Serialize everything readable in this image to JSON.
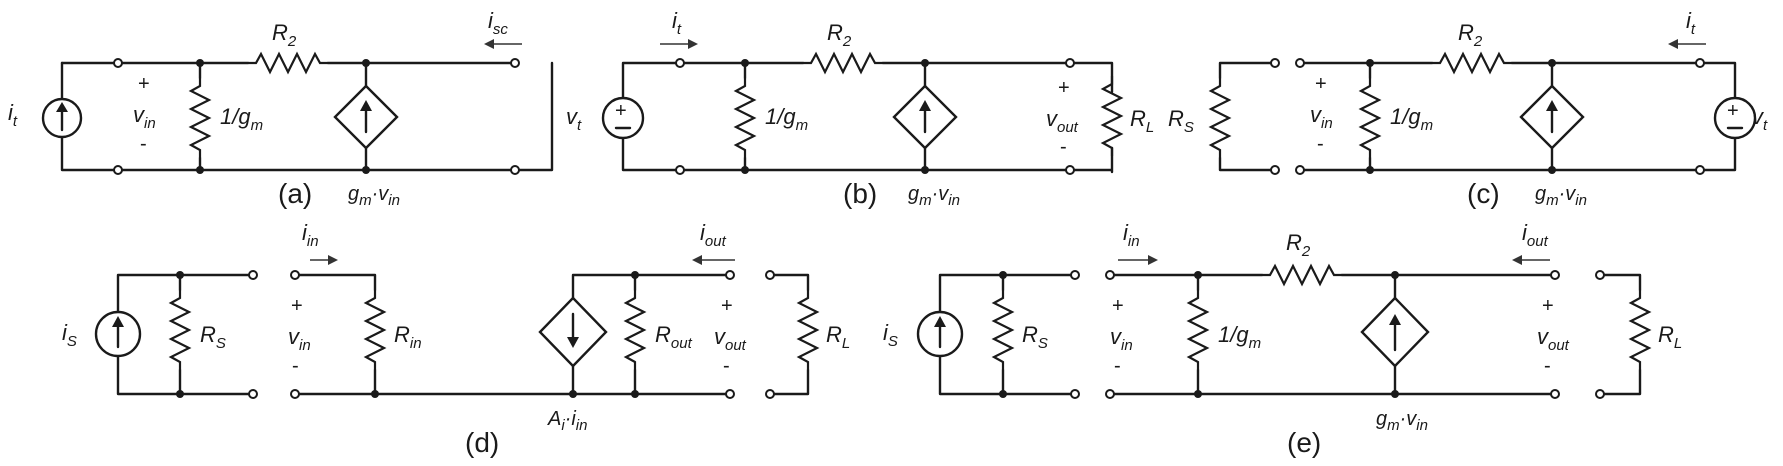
{
  "panels": {
    "a": {
      "caption": "(a)",
      "source_label": "i",
      "source_sub": "t",
      "vin": "v",
      "vin_sub": "in",
      "r_gm": "1/g",
      "r_gm_sub": "m",
      "r2": "R",
      "r2_sub": "2",
      "isc": "i",
      "isc_sub": "sc",
      "vt": "v",
      "vt_sub": "t",
      "dep": "g",
      "dep_sub": "m",
      "dep2": "·v",
      "dep2_sub": "in",
      "plus": "+",
      "minus": "-"
    },
    "b": {
      "caption": "(b)",
      "it": "i",
      "it_sub": "t",
      "r2": "R",
      "r2_sub": "2",
      "r_gm": "1/g",
      "r_gm_sub": "m",
      "vout": "v",
      "vout_sub": "out",
      "rl": "R",
      "rl_sub": "L",
      "dep": "g",
      "dep_sub": "m",
      "dep2": "·v",
      "dep2_sub": "in",
      "plus": "+",
      "minus": "-"
    },
    "c": {
      "caption": "(c)",
      "rs": "R",
      "rs_sub": "S",
      "vin": "v",
      "vin_sub": "in",
      "r_gm": "1/g",
      "r_gm_sub": "m",
      "r2": "R",
      "r2_sub": "2",
      "it": "i",
      "it_sub": "t",
      "vt": "v",
      "vt_sub": "t",
      "dep": "g",
      "dep_sub": "m",
      "dep2": "·v",
      "dep2_sub": "in",
      "plus": "+",
      "minus": "-"
    },
    "d": {
      "caption": "(d)",
      "is": "i",
      "is_sub": "S",
      "rs": "R",
      "rs_sub": "S",
      "iin": "i",
      "iin_sub": "in",
      "vin": "v",
      "vin_sub": "in",
      "rin": "R",
      "rin_sub": "in",
      "dep": "A",
      "dep_sub": "i",
      "dep2": "·i",
      "dep2_sub": "in",
      "rout": "R",
      "rout_sub": "out",
      "iout": "i",
      "iout_sub": "out",
      "vout": "v",
      "vout_sub": "out",
      "rl": "R",
      "rl_sub": "L",
      "plus": "+",
      "minus": "-"
    },
    "e": {
      "caption": "(e)",
      "is": "i",
      "is_sub": "S",
      "rs": "R",
      "rs_sub": "S",
      "iin": "i",
      "iin_sub": "in",
      "vin": "v",
      "vin_sub": "in",
      "r_gm": "1/g",
      "r_gm_sub": "m",
      "r2": "R",
      "r2_sub": "2",
      "iout": "i",
      "iout_sub": "out",
      "vout": "v",
      "vout_sub": "out",
      "rl": "R",
      "rl_sub": "L",
      "dep": "g",
      "dep_sub": "m",
      "dep2": "·v",
      "dep2_sub": "in",
      "plus": "+",
      "minus": "-"
    }
  }
}
